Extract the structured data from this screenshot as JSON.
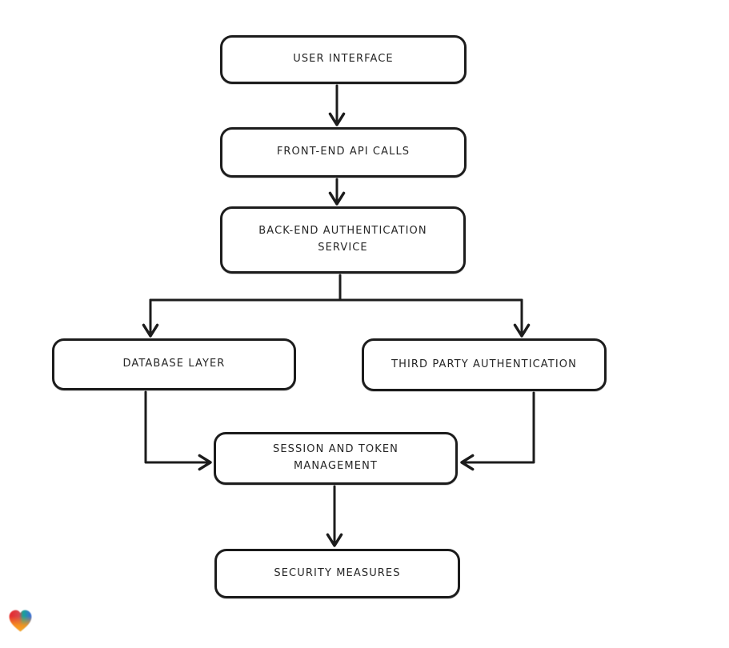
{
  "diagram": {
    "type": "flowchart",
    "background": "#ffffff",
    "stroke_color": "#1c1c1c",
    "node_fill": "#ffffff",
    "nodes": [
      {
        "id": "user-interface",
        "label": "USER INTERFACE"
      },
      {
        "id": "front-end-api-calls",
        "label": "FRONT-END API CALLS"
      },
      {
        "id": "back-end-authentication-service",
        "label": "BACK-END AUTHENTICATION SERVICE",
        "lines": [
          "BACK-END AUTHENTICATION",
          "SERVICE"
        ]
      },
      {
        "id": "database-layer",
        "label": "DATABASE LAYER"
      },
      {
        "id": "third-party-authentication",
        "label": "THIRD PARTY AUTHENTICATION"
      },
      {
        "id": "session-and-token-management",
        "label": "SESSION AND TOKEN MANAGEMENT",
        "lines": [
          "SESSION AND TOKEN",
          "MANAGEMENT"
        ]
      },
      {
        "id": "security-measures",
        "label": "SECURITY MEASURES"
      }
    ],
    "edges": [
      {
        "from": "user-interface",
        "to": "front-end-api-calls"
      },
      {
        "from": "front-end-api-calls",
        "to": "back-end-authentication-service"
      },
      {
        "from": "back-end-authentication-service",
        "to": "database-layer"
      },
      {
        "from": "back-end-authentication-service",
        "to": "third-party-authentication"
      },
      {
        "from": "database-layer",
        "to": "session-and-token-management"
      },
      {
        "from": "third-party-authentication",
        "to": "session-and-token-management"
      },
      {
        "from": "session-and-token-management",
        "to": "security-measures"
      }
    ],
    "logo": {
      "name": "heart-logo",
      "colors": [
        "#e8262a",
        "#16a596",
        "#3f6ad8",
        "#f7941d"
      ]
    }
  }
}
